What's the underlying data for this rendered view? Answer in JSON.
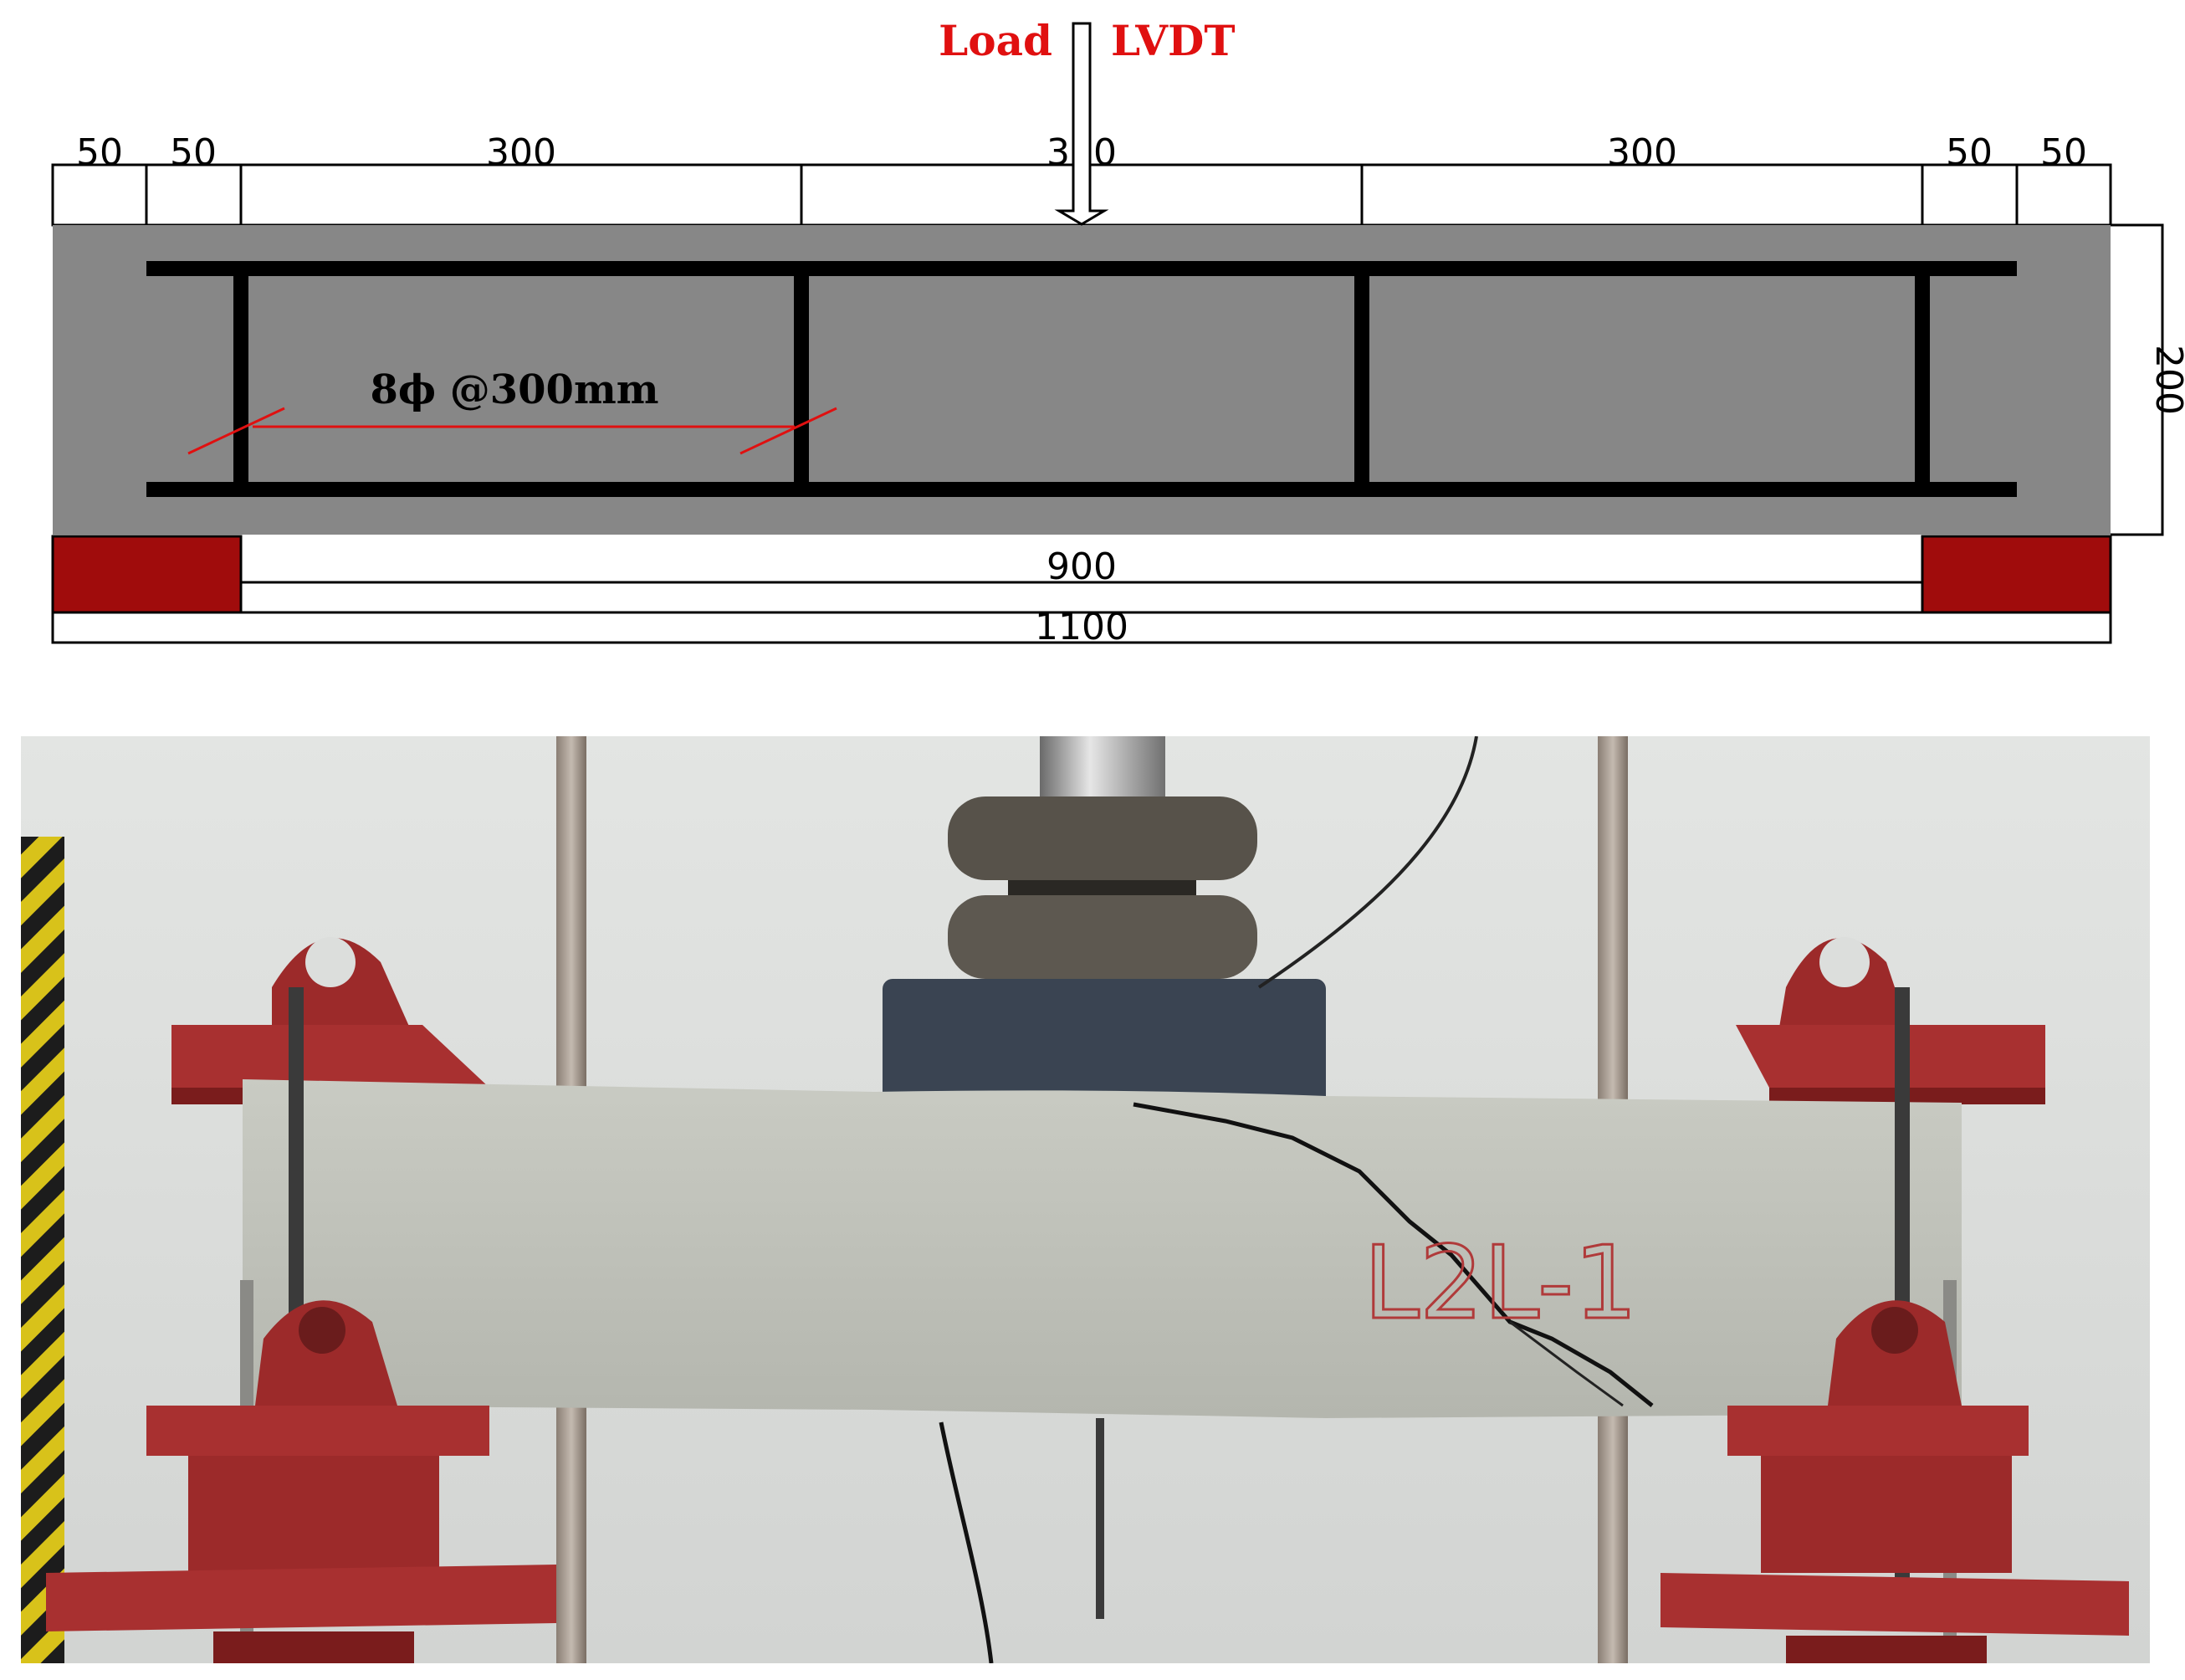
{
  "diagram": {
    "load_label": "Load",
    "lvdt_label": "LVDT",
    "top_dims": [
      "50",
      "50",
      "300",
      "300",
      "300",
      "50",
      "50"
    ],
    "height_dim": "200",
    "span_dim": "900",
    "total_dim": "1100",
    "stirrup_label": "8ϕ @300mm",
    "colors": {
      "beam": "#878787",
      "rebar": "#000000",
      "support": "#a00c0c",
      "label_red": "#e01010"
    }
  },
  "photo": {
    "specimen_mark": "L2L-1",
    "colors": {
      "wall": "#dcdedc",
      "concrete": "#c2c4bc",
      "steel_red": "#9c2a2a",
      "platen": "#3a4452"
    }
  }
}
